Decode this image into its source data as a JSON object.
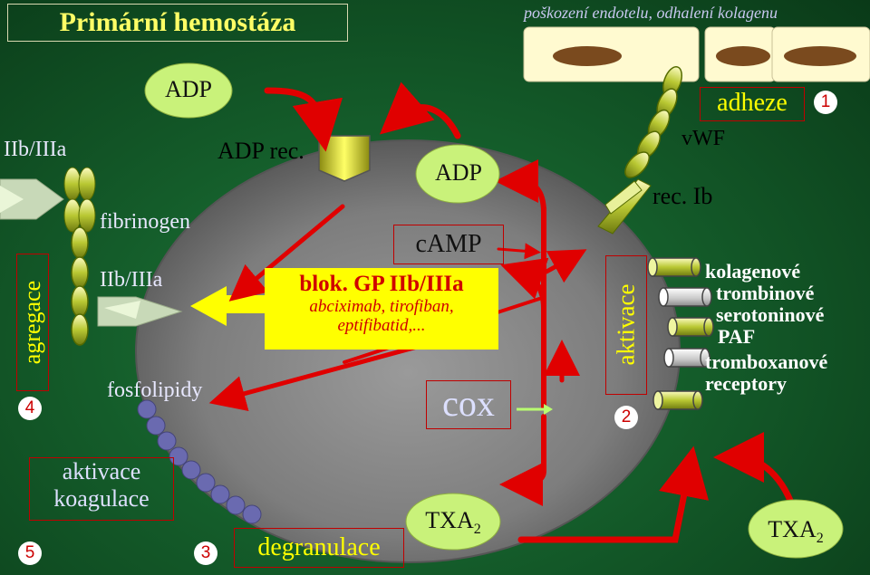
{
  "title": "Primární hemostáza",
  "top_caption": "poškození endotelu, odhalení kolagenu",
  "labels": {
    "adp_top": "ADP",
    "iib_top": "IIb/IIIa",
    "adp_rec": "ADP rec.",
    "fibrinogen": "fibrinogen",
    "iib_mid": "IIb/IIIa",
    "agregace": "agregace",
    "fosfolipidy": "fosfolipidy",
    "aktivace_koagulace_1": "aktivace",
    "aktivace_koagulace_2": "koagulace",
    "degranulace": "degranulace",
    "adp_cell": "ADP",
    "camp": "cAMP",
    "cox": "cox",
    "txa2_cell": "TXA",
    "txa2_cell_sub": "2",
    "txa2_right": "TXA",
    "txa2_right_sub": "2",
    "vwf": "vWF",
    "rec_ib": "rec. Ib",
    "adheze": "adheze",
    "aktivace_vert": "aktivace"
  },
  "blok": {
    "heading": "blok. GP IIb/IIIa",
    "line1": "abciximab, tirofiban,",
    "line2": "eptifibatid,..."
  },
  "receptors": [
    "kolagenové",
    "trombinové",
    "serotoninové",
    "PAF",
    "tromboxanové",
    "receptory"
  ],
  "numbers": {
    "n1": "1",
    "n2": "2",
    "n3": "3",
    "n4": "4",
    "n5": "5"
  },
  "colors": {
    "arrow": "#e00000",
    "oval": "#c9f27a",
    "cell": "#8a8a8a",
    "highlight": "#ffff00"
  }
}
